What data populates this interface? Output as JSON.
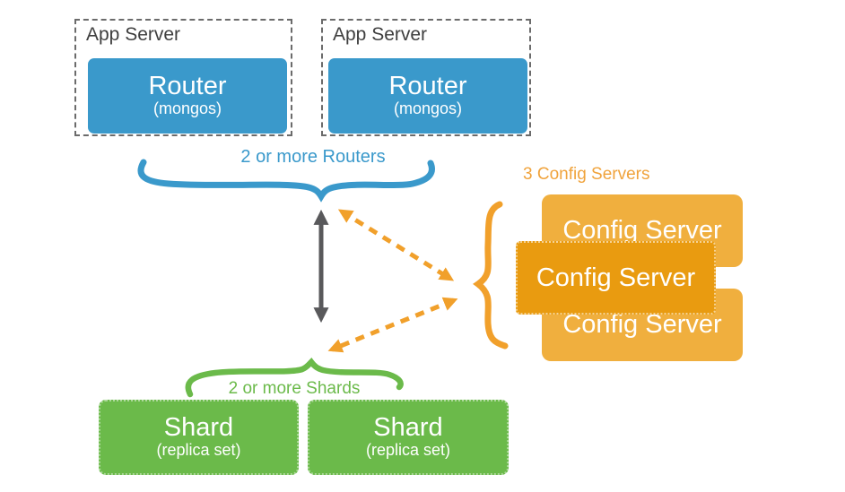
{
  "app_servers": [
    {
      "label": "App Server",
      "router": {
        "title": "Router",
        "subtitle": "(mongos)"
      }
    },
    {
      "label": "App Server",
      "router": {
        "title": "Router",
        "subtitle": "(mongos)"
      }
    }
  ],
  "captions": {
    "routers": "2 or more Routers",
    "config": "3 Config Servers",
    "shards": "2 or more Shards"
  },
  "config_servers": [
    "Config Server",
    "Config Server",
    "Config Server"
  ],
  "shards": [
    {
      "title": "Shard",
      "subtitle": "(replica set)"
    },
    {
      "title": "Shard",
      "subtitle": "(replica set)"
    }
  ],
  "colors": {
    "router_blue": "#3a99cb",
    "shard_green": "#6bba4a",
    "config_back_orange": "#f0af3e",
    "config_front_orange": "#e99b10",
    "orange_accent": "#f0a33c",
    "arrow_gray": "#59595b",
    "dashed_border_gray": "#6b6b6b",
    "label_text_gray": "#3f3f3f"
  }
}
